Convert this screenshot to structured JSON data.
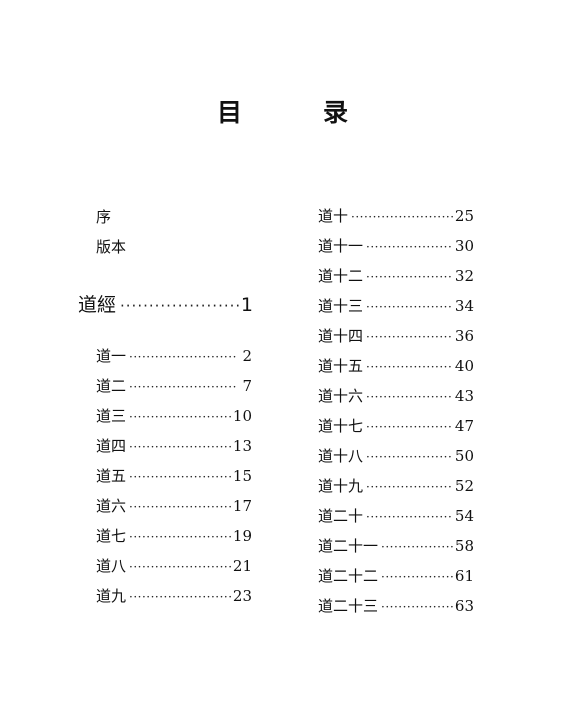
{
  "title": "目　录",
  "front_matter": [
    "序",
    "版本"
  ],
  "section": {
    "label": "道經",
    "page": "1"
  },
  "left_entries": [
    {
      "label": "道一",
      "page": "2"
    },
    {
      "label": "道二",
      "page": "7"
    },
    {
      "label": "道三",
      "page": "10"
    },
    {
      "label": "道四",
      "page": "13"
    },
    {
      "label": "道五",
      "page": "15"
    },
    {
      "label": "道六",
      "page": "17"
    },
    {
      "label": "道七",
      "page": "19"
    },
    {
      "label": "道八",
      "page": "21"
    },
    {
      "label": "道九",
      "page": "23"
    }
  ],
  "right_entries": [
    {
      "label": "道十",
      "page": "25"
    },
    {
      "label": "道十一",
      "page": "30"
    },
    {
      "label": "道十二",
      "page": "32"
    },
    {
      "label": "道十三",
      "page": "34"
    },
    {
      "label": "道十四",
      "page": "36"
    },
    {
      "label": "道十五",
      "page": "40"
    },
    {
      "label": "道十六",
      "page": "43"
    },
    {
      "label": "道十七",
      "page": "47"
    },
    {
      "label": "道十八",
      "page": "50"
    },
    {
      "label": "道十九",
      "page": "52"
    },
    {
      "label": "道二十",
      "page": "54"
    },
    {
      "label": "道二十一",
      "page": "58"
    },
    {
      "label": "道二十二",
      "page": "61"
    },
    {
      "label": "道二十三",
      "page": "63"
    }
  ]
}
